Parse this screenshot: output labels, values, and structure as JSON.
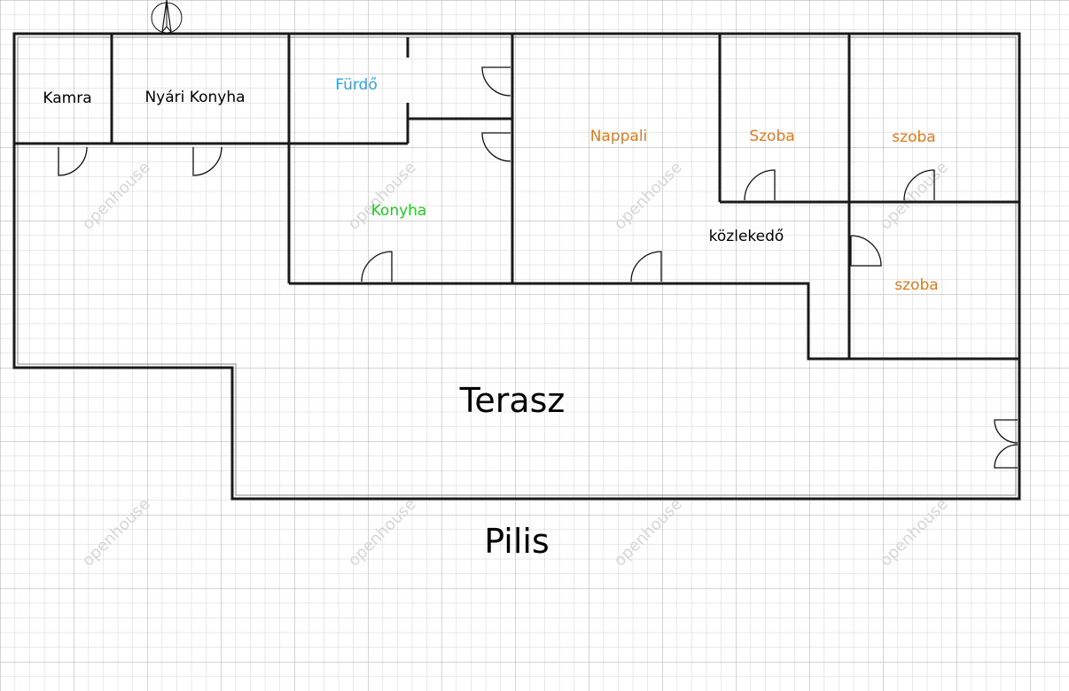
{
  "plan": {
    "colors": {
      "black": "#000000",
      "blue": "#29a3e6",
      "green": "#1fcc1f",
      "orange": "#e07a1b",
      "grid_minor": "#d2d2d2",
      "grid_major": "#a9a9a9",
      "wall": "#1a1a1a"
    },
    "rooms": {
      "kamra": "Kamra",
      "nyari_konyha": "Nyári Konyha",
      "furdo": "Fürdő",
      "nappali": "Nappali",
      "szoba_1": "Szoba",
      "szoba_2": "szoba",
      "konyha": "Konyha",
      "kozlekedo": "közlekedő",
      "szoba_3": "szoba",
      "terasz": "Terasz"
    },
    "caption": "Pilis",
    "watermark": "openhouse",
    "north_icon": "compass-arrow-icon"
  }
}
